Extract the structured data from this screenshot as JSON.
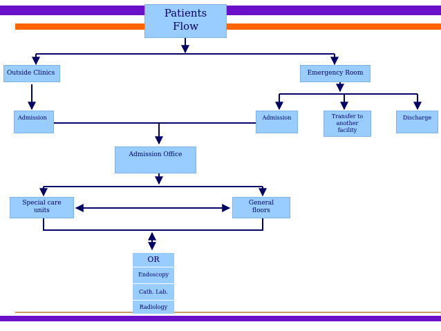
{
  "colors": {
    "band_top": "#6600cc",
    "band_accent": "#ff6600",
    "band_bottom": "#6600cc",
    "line_bottom": "#cc9966",
    "node_fill": "#99ccff",
    "node_text": "#000066",
    "connector": "#000066"
  },
  "title": {
    "line1": "Patients",
    "line2": "Flow"
  },
  "nodes": {
    "outside_clinics": "Outside Clinics",
    "emergency_room": "Emergency Room",
    "admission_left": "Admission",
    "admission_er": "Admission",
    "transfer": "Transfer to another facility",
    "discharge": "Discharge",
    "admission_office": "Admission Office",
    "special_care": "Special care units",
    "general_floors": "General floors"
  },
  "procedures": {
    "header": "OR",
    "items": [
      "Endoscopy",
      "Cath. Lab.",
      "Radiology"
    ]
  }
}
